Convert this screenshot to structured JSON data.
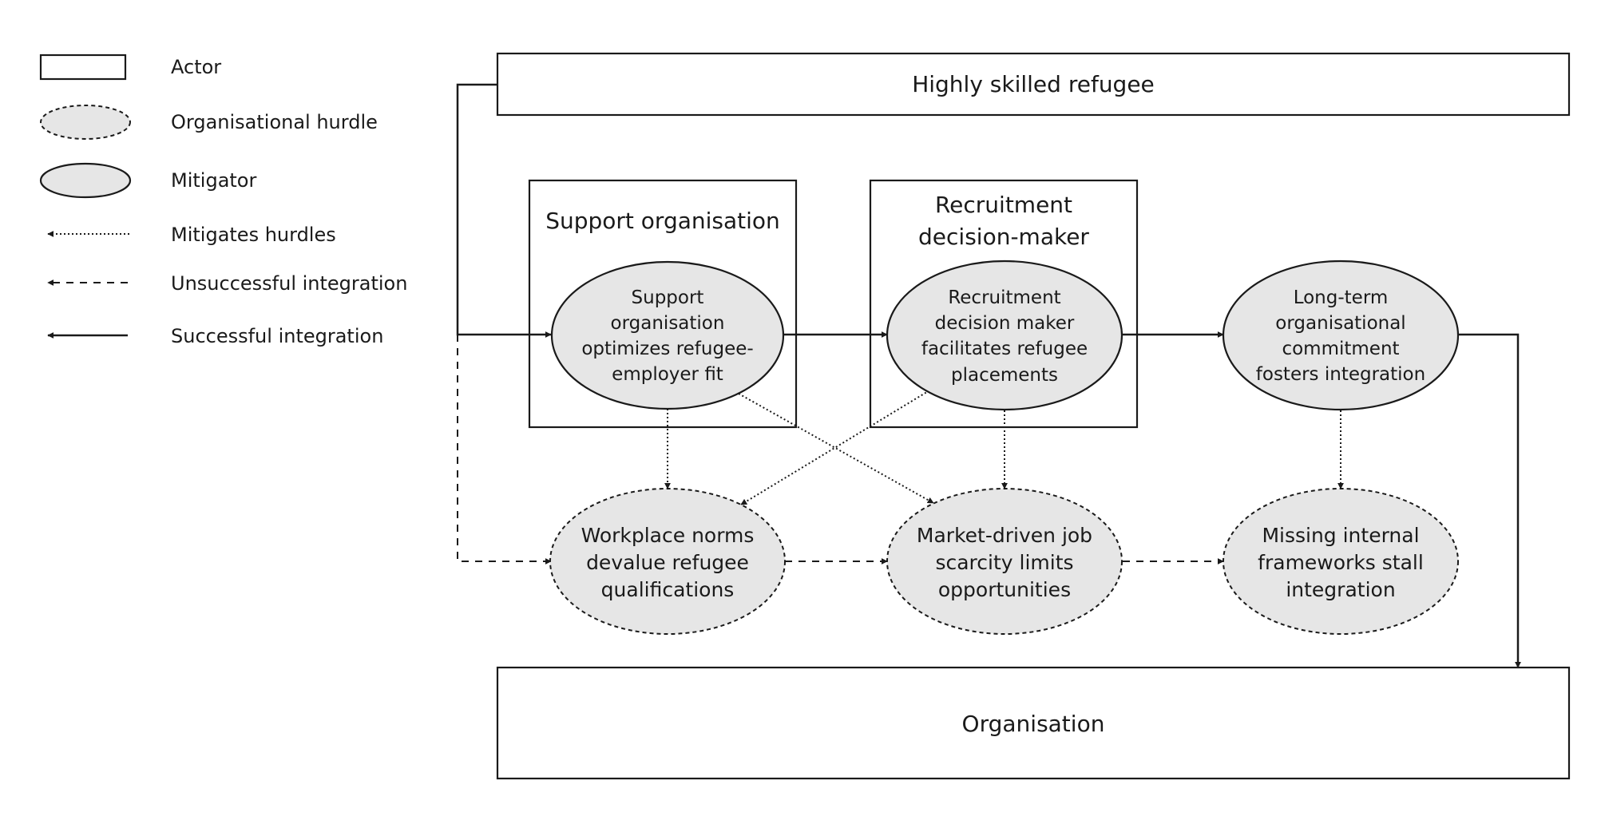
{
  "legend": {
    "actor": "Actor",
    "organisational_hurdle": "Organisational hurdle",
    "mitigator": "Mitigator",
    "mitigates_hurdles": "Mitigates hurdles",
    "unsuccessful_integration": "Unsuccessful integration",
    "successful_integration": "Successful integration"
  },
  "actors": {
    "refugee": "Highly skilled refugee",
    "support_org": "Support organisation",
    "recruitment_line1": "Recruitment",
    "recruitment_line2": "decision-maker",
    "organisation": "Organisation"
  },
  "mitigators": {
    "support": [
      "Support",
      "organisation",
      "optimizes refugee-",
      "employer fit"
    ],
    "recruitment": [
      "Recruitment",
      "decision maker",
      "facilitates refugee",
      "placements"
    ],
    "longterm": [
      "Long-term",
      "organisational",
      "commitment",
      "fosters integration"
    ]
  },
  "hurdles": {
    "workplace": [
      "Workplace norms",
      "devalue refugee",
      "qualifications"
    ],
    "market": [
      "Market-driven job",
      "scarcity limits",
      "opportunities"
    ],
    "frameworks": [
      "Missing internal",
      "frameworks stall",
      "integration"
    ]
  },
  "colors": {
    "stroke": "#1a1a1a",
    "node_fill": "#e6e6e6",
    "background": "#ffffff"
  }
}
